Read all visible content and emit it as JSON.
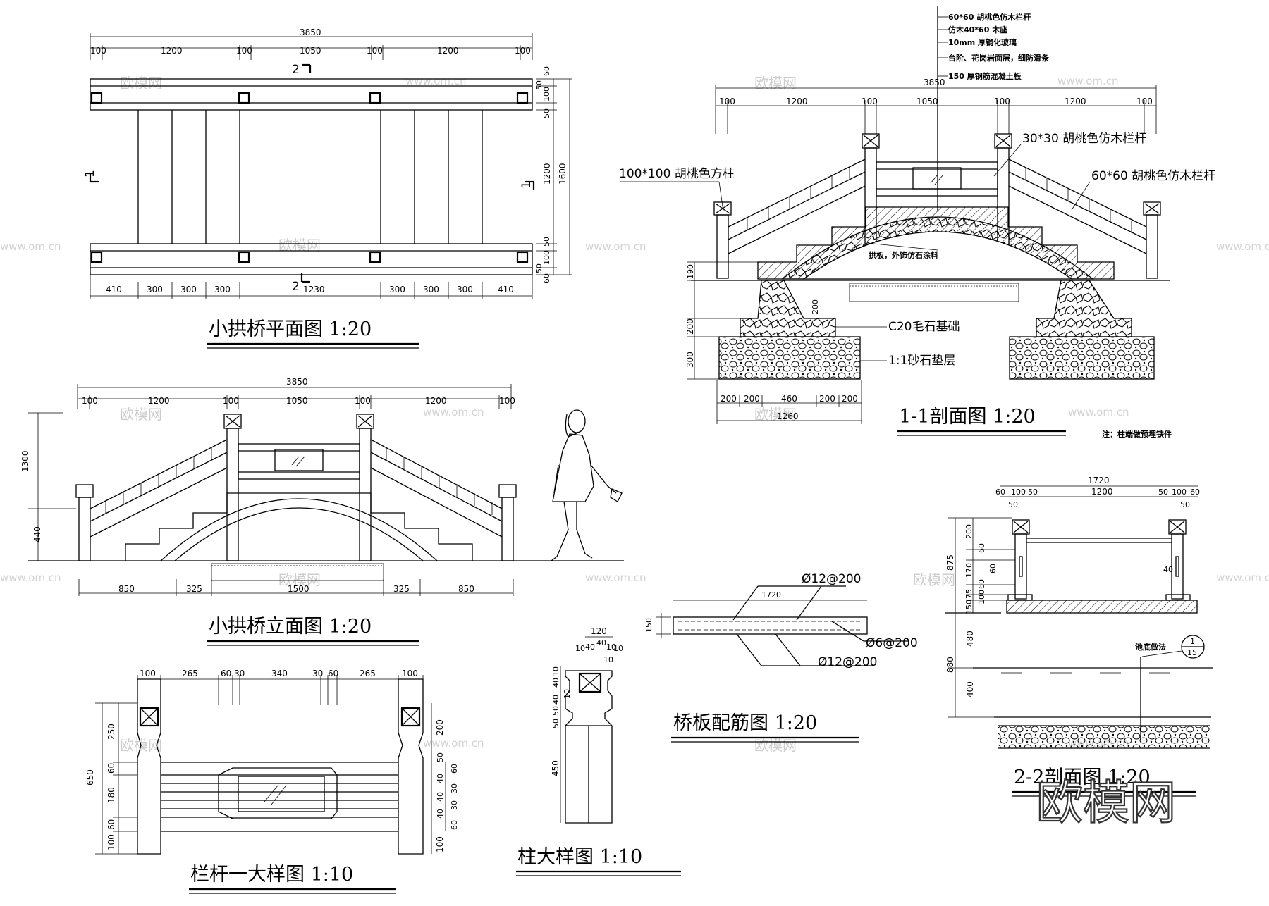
{
  "titles": {
    "plan": "小拱桥平面图 1:20",
    "elevation": "小拱桥立面图 1:20",
    "section11": "1-1剖面图 1:20",
    "rebar": "桥板配筋图 1:20",
    "section22": "2-2剖面图 1:20",
    "railing": "栏杆一大样图 1:10",
    "post": "柱大样图 1:10"
  },
  "plan": {
    "total": "3850",
    "top_dims": [
      "100",
      "1200",
      "100",
      "1050",
      "100",
      "1200",
      "100"
    ],
    "bottom_dims": [
      "410",
      "300",
      "300",
      "300",
      "1230",
      "300",
      "300",
      "300",
      "410"
    ],
    "right_dims": [
      "60",
      "50",
      "100",
      "50",
      "1200",
      "50",
      "100",
      "50",
      "60",
      "1600"
    ],
    "markers": {
      "top": "2",
      "bottom": "2",
      "left": "1",
      "right": "1"
    }
  },
  "elevation": {
    "total": "3850",
    "top_dims": [
      "100",
      "1200",
      "100",
      "1050",
      "100",
      "1200",
      "100"
    ],
    "bottom_dims": [
      "850",
      "325",
      "1500",
      "325",
      "850"
    ],
    "left_dims": [
      "1300",
      "440"
    ]
  },
  "section11": {
    "total": "3850",
    "top_dims": [
      "100",
      "1200",
      "100",
      "1050",
      "100",
      "1200",
      "100"
    ],
    "callouts_top": [
      "60*60 胡桃色仿木栏杆",
      "仿木40*60 木座",
      "10mm 厚钢化玻璃",
      "台阶、花岗岩面层，细防滑条",
      "150 厚钢筋混凝土板"
    ],
    "callout_rail_small": "30*30 胡桃色仿木栏杆",
    "callout_rail_big": "60*60 胡桃色仿木栏杆",
    "callout_post": "100*100 胡桃色方柱",
    "callout_arch": "拱板，外饰仿石涂料",
    "callout_c20": "C20毛石基础",
    "callout_sand": "1:1砂石垫层",
    "left_dims": [
      "190",
      "200",
      "200",
      "300"
    ],
    "bottom_dims": [
      "200",
      "200",
      "460",
      "200",
      "200"
    ],
    "bottom_total": "1260",
    "note": "注：柱端做预埋铁件"
  },
  "rebar": {
    "width": "1720",
    "thickness": "150",
    "labels": [
      "Ø12@200",
      "Ø6@200",
      "Ø12@200"
    ]
  },
  "section22": {
    "width_total": "1720",
    "width_dims": [
      "60",
      "100",
      "50",
      "1200",
      "50",
      "100",
      "60"
    ],
    "sub_dims": [
      "50",
      "50"
    ],
    "left_dims": [
      "875",
      "200",
      "60",
      "170",
      "60",
      "100",
      "75",
      "150",
      "480",
      "880",
      "400"
    ],
    "inner_dims": [
      "60",
      "40"
    ],
    "water_label": "池底做法",
    "detail_ref": [
      "1",
      "15"
    ]
  },
  "railing": {
    "top_dims": [
      "100",
      "265",
      "60",
      "30",
      "340",
      "30",
      "60",
      "265",
      "100"
    ],
    "left_dims": [
      "650",
      "250",
      "60",
      "180",
      "60",
      "100"
    ],
    "right_dims": [
      "200",
      "50",
      "60",
      "40",
      "30",
      "40",
      "30",
      "40",
      "60",
      "100"
    ]
  },
  "post": {
    "top_dims": [
      "120",
      "10",
      "40",
      "20",
      "40",
      "10",
      "10",
      "10"
    ],
    "left_dims": [
      "10",
      "40",
      "10",
      "40",
      "50",
      "50",
      "450"
    ]
  },
  "watermarks": {
    "brand": "欧模网",
    "url": "www.om.cn"
  }
}
